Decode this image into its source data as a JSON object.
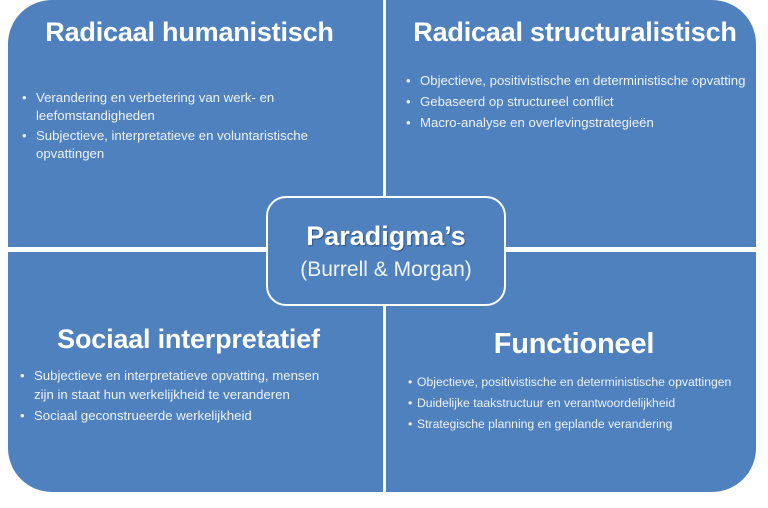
{
  "figure": {
    "bullet_glyph": "•",
    "accent_blue": "#4E81BD",
    "text_color": "#FFFFFF"
  },
  "center": {
    "title": "Paradigma’s",
    "subtitle": "(Burrell & Morgan)"
  },
  "quadrants": {
    "top_left": {
      "title": "Radicaal humanistisch",
      "bullets": [
        "Verandering en verbetering van werk- en leefomstandigheden",
        "Subjectieve, interpretatieve en voluntaristische opvattingen"
      ]
    },
    "top_right": {
      "title": "Radicaal structuralistisch",
      "bullets": [
        "Objectieve, positivistische en deterministische opvatting",
        "Gebaseerd op structureel conflict",
        "Macro-analyse en overlevingstrategieën"
      ]
    },
    "bottom_left": {
      "title": "Sociaal interpretatief",
      "bullets": [
        "Subjectieve en interpretatieve opvatting, mensen zijn in staat hun werkelijkheid te veranderen",
        "Sociaal geconstrueerde werkelijkheid"
      ]
    },
    "bottom_right": {
      "title": "Functioneel",
      "bullets": [
        "Objectieve, positivistische en deterministische opvattingen",
        "Duidelijke taakstructuur en verantwoordelijkheid",
        "Strategische planning en geplande verandering"
      ]
    }
  }
}
